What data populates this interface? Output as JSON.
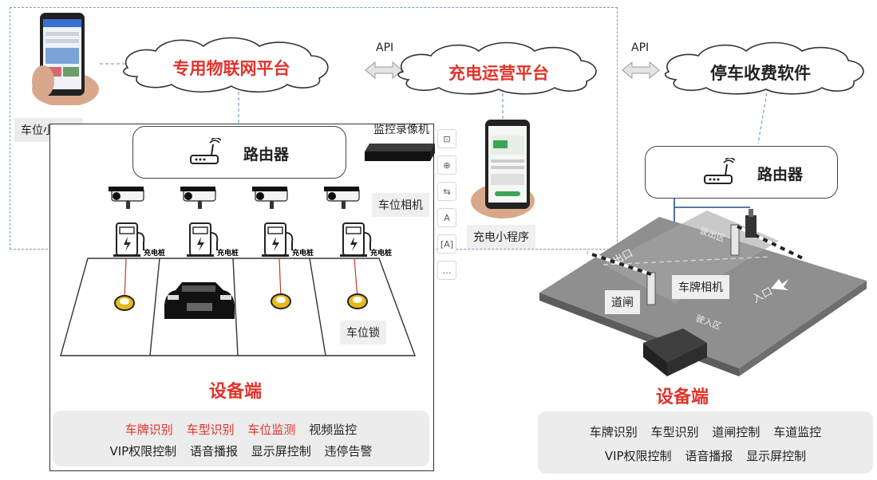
{
  "clouds": {
    "iot": "专用物联网平台",
    "charging": "充电运营平台",
    "parking": "停车收费软件"
  },
  "api_labels": [
    "API",
    "API"
  ],
  "labels": {
    "parking_miniprogram": "车位小程序",
    "charging_miniprogram": "充电小程序",
    "nvr": "监控录像机",
    "spot_camera": "车位相机",
    "spot_lock": "车位锁",
    "barrier": "道闸",
    "plate_camera": "车牌相机"
  },
  "routers": [
    "路由器",
    "路由器"
  ],
  "charger_label": "充电桩",
  "lot_text": {
    "exit": "出口",
    "exit_zone": "驶出区",
    "entry_zone": "驶入区",
    "entry": "入口"
  },
  "device_titles": [
    "设备端",
    "设备端"
  ],
  "left_features": {
    "row1": [
      {
        "text": "车牌识别",
        "color": "#e0332b"
      },
      {
        "text": "车型识别",
        "color": "#e0332b"
      },
      {
        "text": "车位监测",
        "color": "#e0332b"
      },
      {
        "text": "视频监控",
        "color": "#222222"
      }
    ],
    "row2": [
      "VIP权限控制",
      "语音播报",
      "显示屏控制",
      "违停告警"
    ]
  },
  "right_features": {
    "row1": [
      "车牌识别",
      "车型识别",
      "道闸控制",
      "车道监控"
    ],
    "row2": [
      "VIP权限控制",
      "语音播报",
      "显示屏控制"
    ]
  },
  "toolbar_icons": [
    "visual-search-icon",
    "zoom-in-icon",
    "translate-icon",
    "draw-icon",
    "text-recognize-icon",
    "more-icon"
  ],
  "colors": {
    "accent_red": "#e0332b",
    "dashed_blue": "#6f9fc8"
  }
}
